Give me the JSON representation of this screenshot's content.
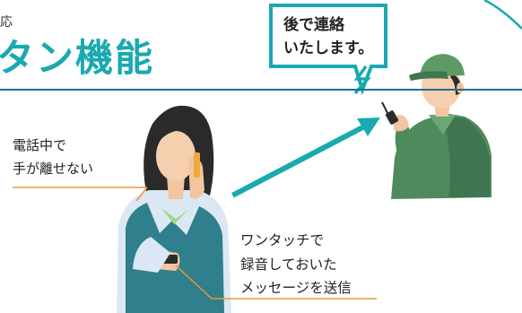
{
  "header": {
    "partial_text_top": "応",
    "title": "タン機能"
  },
  "speech_bubble": {
    "lines": [
      "後で連絡",
      "いたします。"
    ]
  },
  "labels": {
    "left": [
      "電話中で",
      "手が離せない"
    ],
    "right": [
      "ワンタッチで",
      "録音しておいた",
      "メッセージを送信"
    ]
  },
  "colors": {
    "accent": "#1aa9b0",
    "rule": "#1c6f95",
    "leader": "#e89a3c",
    "uniform_green": "#4f8a5c",
    "vest_teal": "#2f7f8c"
  }
}
